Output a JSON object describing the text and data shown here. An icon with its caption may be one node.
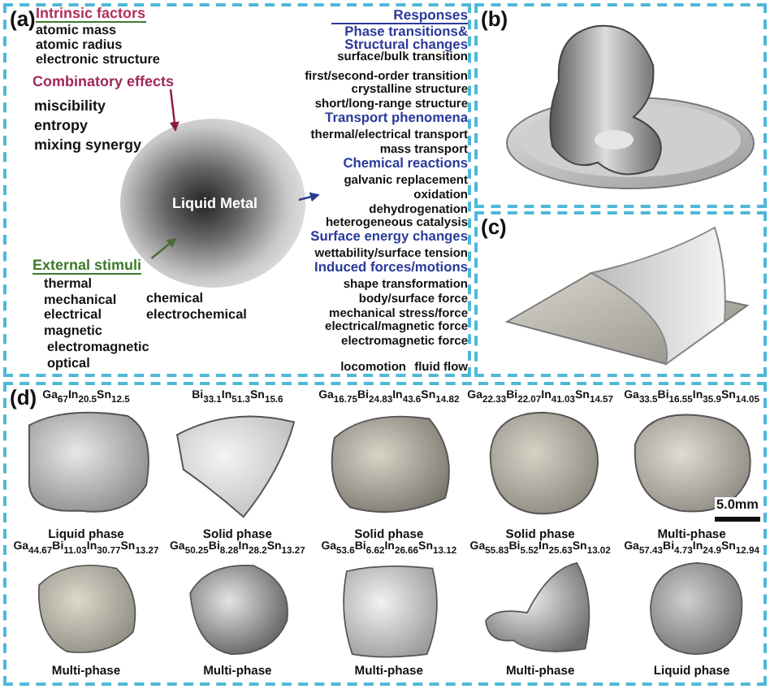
{
  "diagram": {
    "nodes": [
      {
        "text": [
          "(a)"
        ]
      },
      {
        "text": [
          "Combinatory effects"
        ],
        "in": 0
      },
      {
        "text": [
          "Liquid Metal"
        ],
        "in": 0
      },
      {
        "text": [
          "External stimuli"
        ],
        "in": 0
      },
      {
        "text": [
          "Responses",
          "Phase transitions& Structural changes",
          "surface/bulk transition",
          "first/second-order transition",
          "crystalline structure",
          "short/long-range structure",
          "Transport phenomena",
          "thermal/electrical transport",
          "mass transport",
          "Chemical reactions",
          "galvanic replacement",
          "oxidation",
          "dehydrogenation",
          "heterogeneous catalysis",
          "Surface energy changes",
          "wettability/surface tension",
          "Induced forces/motions",
          "shape transformation",
          "body/surface force",
          "mechanical stress/force",
          "electrical/magnetic force",
          "electromagnetic force",
          "locomotion",
          "fluid flow"
        ],
        "in": 0
      },
      {
        "text": [
          "(b)"
        ]
      },
      {
        "text": [
          "(c)"
        ]
      },
      {
        "text": [
          "(d)"
        ]
      },
      {
        "text": [
          "Ga$_{67}$In$_{20.5}$Sn$_{12.5}$",
          "Liquid phase"
        ],
        "in": 7
      },
      {
        "text": [
          "Bi$_{33.1}$In$_{51.3}$Sn$_{15.6}$",
          "Solid phase"
        ],
        "in": 7
      },
      {
        "text": [
          "Ga$_{16.75}$Bi$_{24.83}$In$_{43.6}$Sn$_{14.82}$",
          "Solid phase"
        ],
        "in": 7
      },
      {
        "text": [
          "Ga$_{22.33}$Bi$_{22.07}$In$_{41.03}$Sn$_{14.57}$",
          "Solid phase"
        ],
        "in": 7
      },
      {
        "text": [
          "Ga$_{33.5}$Bi$_{16.55}$In$_{35.9}$Sn$_{14.05}$",
          "Multi-phase"
        ],
        "in": 7
      },
      {
        "text": [
          "Ga$_{44.67}$Bi$_{11.03}$In$_{30.77}$Sn$_{13.27}$",
          "Multi-phase"
        ],
        "in": 7
      },
      {
        "text": [
          "Ga$_{50.25}$Bi$_{8.28}$In$_{28.2}$Sn$_{13.27}$",
          "Multi-phase"
        ],
        "in": 7
      },
      {
        "text": [
          "Ga$_{53.6}$Bi$_{6.62}$In$_{26.66}$Sn$_{13.12}$",
          "Multi-phase"
        ],
        "in": 7
      },
      {
        "text": [
          "Ga$_{55.83}$Bi$_{5.52}$In$_{25.63}$Sn$_{13.02}$",
          "Multi-phase"
        ],
        "in": 7
      },
      {
        "text": [
          "Ga$_{57.43}$Bi$_{4.73}$In$_{24.9}$Sn$_{12.94}$",
          "Liquid phase"
        ],
        "in": 7
      }
    ],
    "edges": [
      {
        "from": 1,
        "to": 2,
        "arrow": "to",
        "color": "#8b1a4a"
      },
      {
        "from": 3,
        "to": 2,
        "arrow": "to",
        "color": "#4a6a3a"
      },
      {
        "from": 2,
        "to": 4,
        "arrow": "to",
        "color": "#2a3a8a"
      }
    ],
    "labels": [
      "Intrinsic factors",
      "atomic mass",
      "atomic radius",
      "electronic structure",
      "miscibility",
      "entropy",
      "mixing synergy",
      "thermal",
      "mechanical",
      "chemical",
      "electrical",
      "electrochemical",
      "magnetic",
      "electromagnetic",
      "optical",
      "5.0mm"
    ]
  }
}
